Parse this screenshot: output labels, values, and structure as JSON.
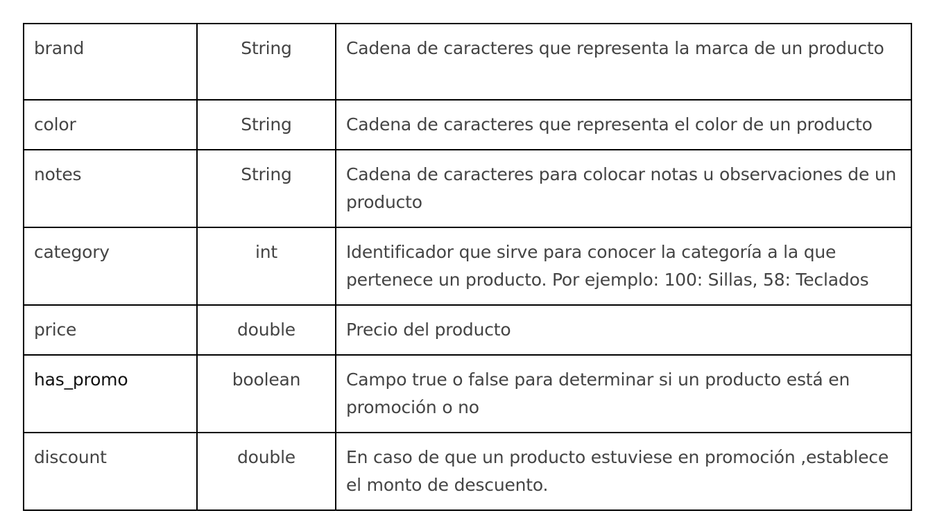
{
  "table": {
    "rows": [
      {
        "name": "brand",
        "type": "String",
        "description": "Cadena de caracteres que representa la marca de un producto",
        "lines": 2
      },
      {
        "name": "color",
        "type": "String",
        "description": "Cadena de caracteres que representa el color de un producto",
        "lines": 1
      },
      {
        "name": "notes",
        "type": "String",
        "description": "Cadena de caracteres para colocar notas u observaciones de un producto",
        "lines": 2
      },
      {
        "name": "category",
        "type": "int",
        "description": "Identificador que sirve para conocer la categoría a la que pertenece un producto. Por ejemplo: 100: Sillas, 58: Teclados",
        "lines": 2
      },
      {
        "name": "price",
        "type": "double",
        "description": "Precio del producto",
        "lines": 1
      },
      {
        "name": "has_promo",
        "type": "boolean",
        "description": "Campo true o false para determinar si un producto está en promoción o no",
        "lines": 2
      },
      {
        "name": "discount",
        "type": "double",
        "description": "En caso de que un producto estuviese en promoción ,establece el monto de descuento.",
        "lines": 2
      }
    ]
  }
}
